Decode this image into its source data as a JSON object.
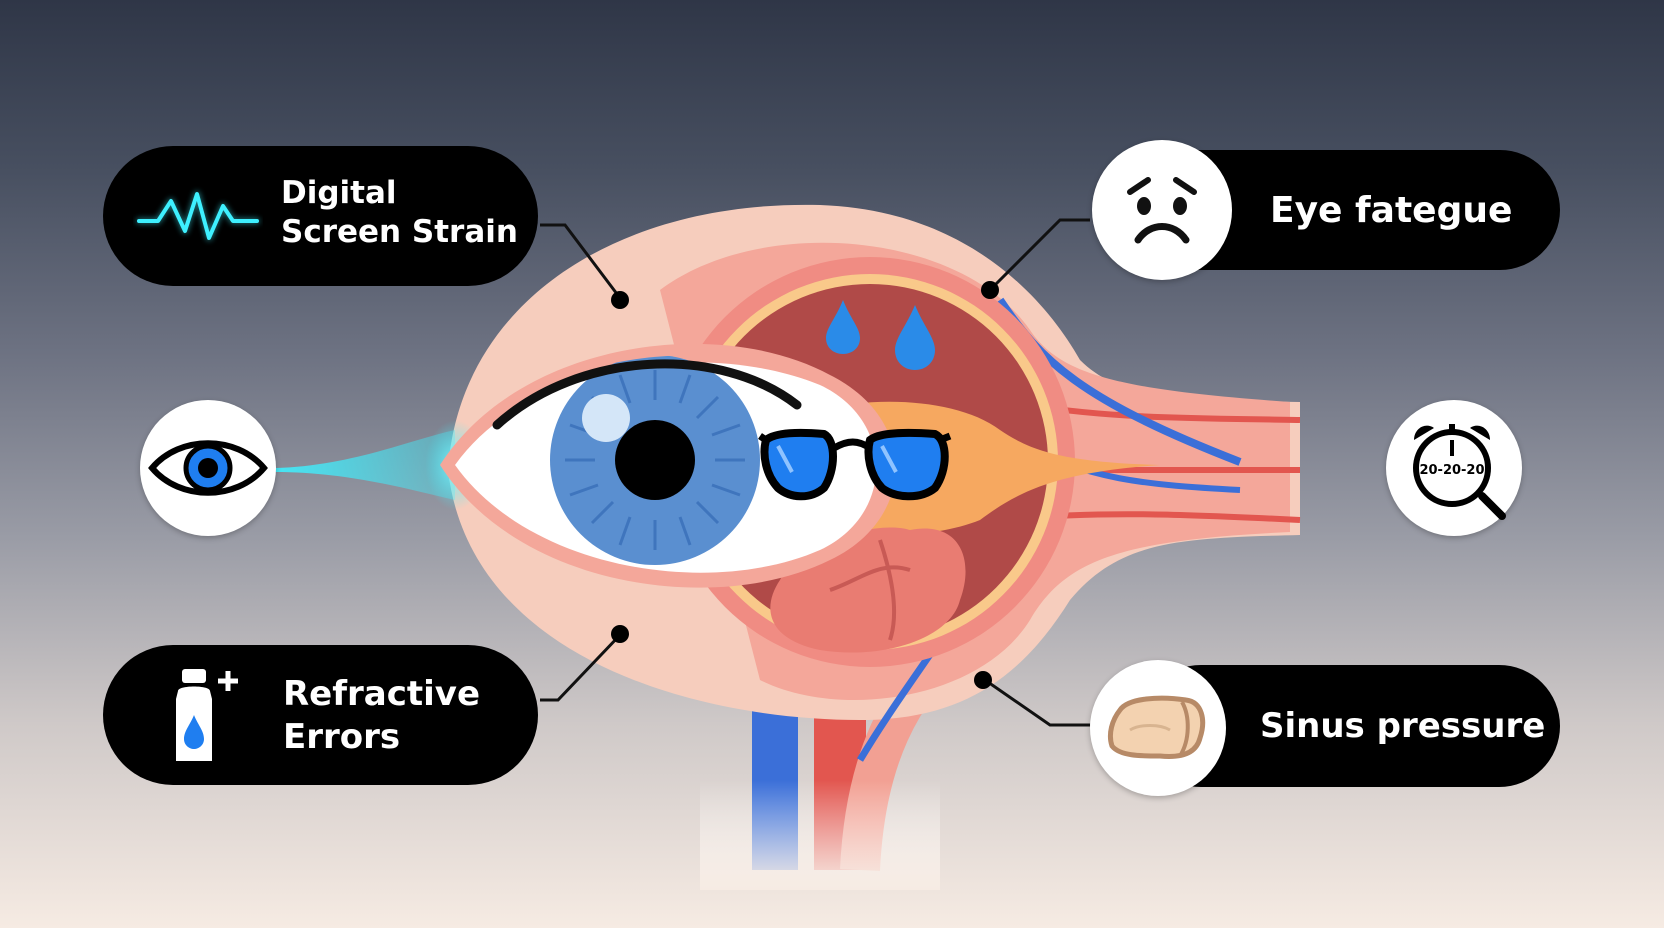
{
  "callouts": {
    "digital_screen_strain": "Digital Screen Strain",
    "eye_fatigue": "Eye fategue",
    "refractive_errors": "Refractive Errors",
    "sinus_pressure": "Sinus pressure"
  },
  "icons": {
    "waveform": "waveform-icon",
    "sad_face": "sad-face-icon",
    "eye": "eye-icon",
    "eye_drops": "eye-drops-bottle-icon",
    "alarm_clock": "alarm-clock-icon",
    "sinus": "sinus-tissue-icon",
    "glasses": "glasses-icon",
    "tear_drops": "tear-drops-icon"
  },
  "timer_text": "20-20-20",
  "colors": {
    "neon_cyan": "#3ef0ff",
    "iris_blue": "#5a8fd0",
    "tear_blue": "#2a8be8",
    "tissue_pink": "#f4a79a",
    "vessel_red": "#e2564f",
    "vessel_blue": "#3b6fd8",
    "pill_black": "#000000"
  }
}
